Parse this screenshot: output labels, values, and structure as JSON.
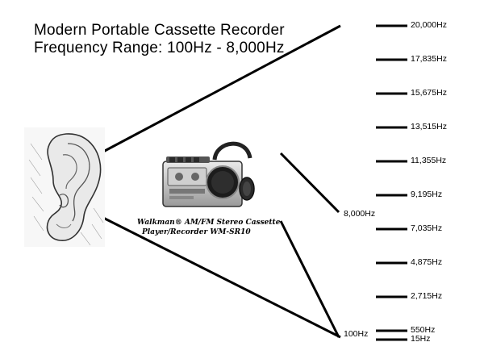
{
  "title": {
    "line1": "Modern Portable Cassette Recorder",
    "line2": "Frequency Range: 100Hz - 8,000Hz"
  },
  "device_caption": {
    "line1": "Walkman® AM/FM Stereo Cassette",
    "line2": "Player/Recorder  WM-SR10"
  },
  "scale_labels": [
    "20,000Hz",
    "17,835Hz",
    "15,675Hz",
    "13,515Hz",
    "11,355Hz",
    "9,195Hz",
    "7,035Hz",
    "4,875Hz",
    "2,715Hz",
    "550Hz",
    "15Hz"
  ],
  "range_labels": {
    "upper": "8,000Hz",
    "lower": "100Hz"
  },
  "images": {
    "ear": "ear-sketch",
    "device": "walkman-cassette-with-headphones"
  }
}
